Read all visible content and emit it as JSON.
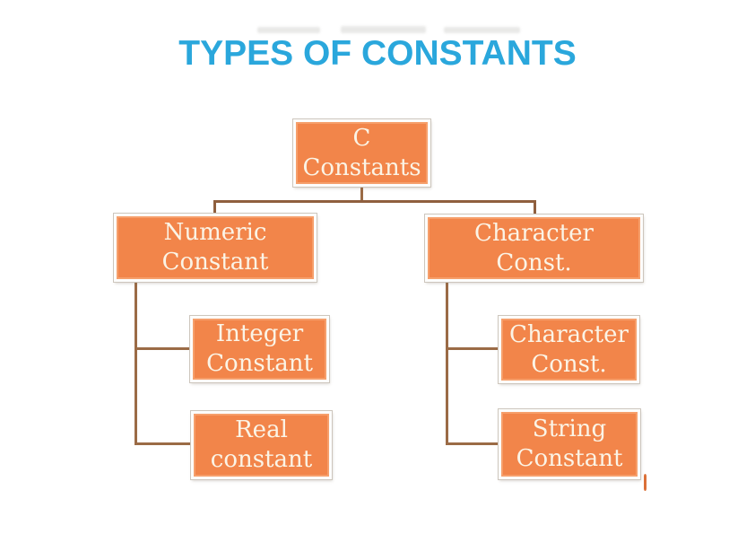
{
  "page": {
    "title": "TYPES OF CONSTANTS",
    "title_color": "#2AA7DC",
    "background_color": "#FFFFFF"
  },
  "diagram": {
    "type": "org-chart",
    "box_fill_color": "#F2854A",
    "box_border_color": "#FDFDFC",
    "box_text_color": "#FBF4E6",
    "connector_color": "#9B6B46",
    "nodes": [
      {
        "id": "c-constants",
        "line1": "C",
        "line2": "Constants",
        "level": 1,
        "parent": null
      },
      {
        "id": "numeric-constant",
        "line1": "Numeric",
        "line2": "Constant",
        "level": 2,
        "parent": "c-constants"
      },
      {
        "id": "character-const",
        "line1": "Character",
        "line2": "Const.",
        "level": 2,
        "parent": "c-constants"
      },
      {
        "id": "integer-constant",
        "line1": "Integer",
        "line2": "Constant",
        "level": 3,
        "parent": "numeric-constant"
      },
      {
        "id": "character-const-sub",
        "line1": "Character",
        "line2": "Const.",
        "level": 3,
        "parent": "character-const"
      },
      {
        "id": "real-constant",
        "line1": "Real",
        "line2": "constant",
        "level": 3,
        "parent": "numeric-constant"
      },
      {
        "id": "string-constant",
        "line1": "String",
        "line2": "Constant",
        "level": 3,
        "parent": "character-const"
      }
    ]
  }
}
